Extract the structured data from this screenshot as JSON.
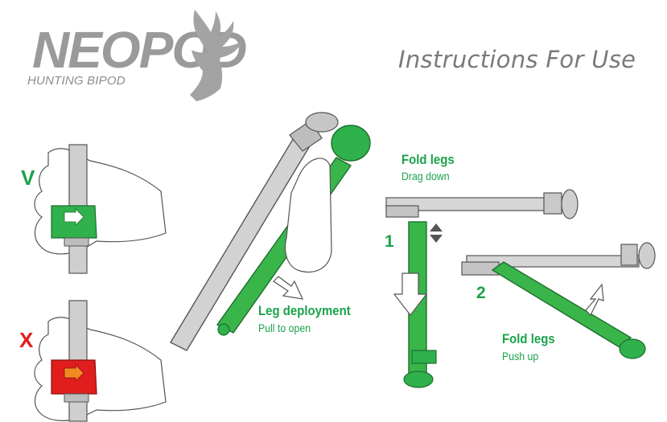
{
  "brand": {
    "logo_text_main": "NEOPOD",
    "logo_text_sub": "HUNTING BIPOD",
    "logo_icon": "deer-head-icon"
  },
  "header": {
    "title": "Instructions For Use"
  },
  "panels": {
    "lock_check": {
      "correct_mark": "V",
      "wrong_mark": "X",
      "correct_color": "#1aa34a",
      "wrong_color": "#e11d1d"
    },
    "deployment": {
      "heading": "Leg deployment",
      "instruction": "Pull to open"
    },
    "fold_down": {
      "step": "1",
      "heading": "Fold legs",
      "instruction": "Drag down"
    },
    "fold_up": {
      "step": "2",
      "heading": "Fold legs",
      "instruction": "Push up"
    }
  },
  "colors": {
    "accent_green": "#2fb14b",
    "text_green": "#1aa34a",
    "metal_grey": "#c9c9c9",
    "outline": "#555555"
  }
}
